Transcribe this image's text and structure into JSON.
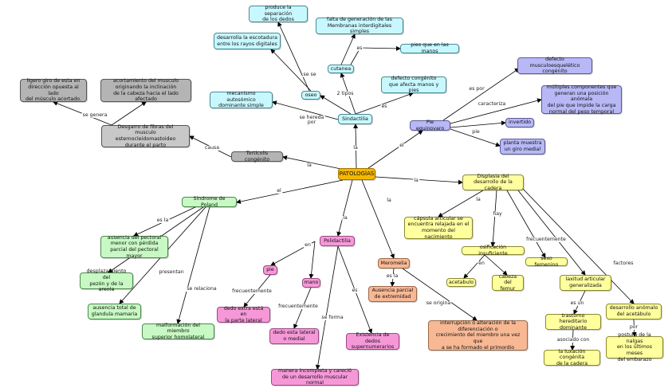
{
  "colors": {
    "center": "#f5b800",
    "gray": "#c8c8c8",
    "cyan": "#c8f8ff",
    "purple": "#b8b8f6",
    "yellow": "#ffff9e",
    "green": "#c8f8c4",
    "pink": "#f698d8",
    "orange": "#f8b894",
    "edge": "#000000"
  },
  "nodes": {
    "patologias": "PATOLOGÍAS",
    "torticolis": "Tortícolis congénito",
    "desgarro": "Desgarro de fibras del\nmusculo esternocleidomastoideo\ndurante el parto",
    "giro": "ligero giro de esta en\ndirección opuesta  al lado\ndel músculo acortado.",
    "acortamiento": "acortamiento del musculo\noriginando la inclinación\nde la cabeza hacia el lado afectado",
    "sindactilia": "Sindactilia",
    "mecanismo": "mecanismo autosómico\ndominante simple",
    "oseo": "oseo",
    "cutanea": "cutanea",
    "separacion": "produce la separación\nde los dedos",
    "escotadura": "desarrolla la escotadura\nentre los rayos digitales",
    "falta": "falta de generación de  las\nMembranas interdigitales simples",
    "pies_manos": "pies que en las manos",
    "defecto_pies": "defecto congénito\nque afecta manos y pies",
    "pie_equinovaro": "Pie equinovaro",
    "defecto_musculo": "defecto musculoesquelético\ncongénito",
    "multiples": "múltiples componentes que\ngeneran una posición anómala\ndel pie que impide la carga\nnormal del peso temporal",
    "invertido": "invertido",
    "planta": "planta muestra\nun giro medial",
    "displasia": "Displasia del\ndesarrollo de la cadera",
    "capsula": "cápsula articular se\nencuentra relajada en el\nmomento del nacimiento",
    "osificacion": "osificación insuficiente",
    "sexo": "sexo femenino",
    "acetabulo": "acetabulo",
    "cabeza": "cabeza del\nfemur",
    "laxitud": "laxitud articular\ngeneralizada",
    "desarrollo_anormal": "desarrollo anómalo\ndel acetábulo",
    "trastorno": "trastorno hereditario\ndominante",
    "postura": "postura de la nalgas\nen los últimos meses\ndel embarazo",
    "luxacion": "la luxación congénita\nde la cadera",
    "poland": "Síndrome de Poland",
    "ausencia_pectoral": "ausencia del pectoral\nmenor con pérdida\nparcial del pectoral mayor",
    "desplazamiento": "desplazamiento del\npezón  y de la areola",
    "glandula": "ausencia total de\nglandula mamaria",
    "malformacion": "malformación del miembro\nsuperior homolateral",
    "polidactilia": "Polidactilia",
    "pie": "pie",
    "mano": "mano",
    "dedo_extra": "dedo extra está en\nla parte lateral",
    "dedo_medial": "dedo esta lateral\no medial",
    "existencia": "Existencia de dedos\nsupernumerarios",
    "manera": "manera incompleta y careció\nde un desarrollo muscular normal",
    "meromelia": "Meromelia",
    "ausencia_parcial": "Ausencia parcial\nde extremidad",
    "interrupcion": "interrupción o alteración de la\ndiferenciación o\ncrecimiento del miembro una vez que\na se ha  formado el primordio"
  },
  "links": {
    "la_torticolis": "la",
    "causa": "causa",
    "se_genera": "se genera",
    "la_sindactilia": "la",
    "se_hereda_por": "se hereda\npor",
    "2_tipos": "2 tipos",
    "es_sind": "es",
    "se_oseo": "se",
    "oseo_cut": "se",
    "cut_es": "es",
    "el_pie": "el",
    "es_por": "es por",
    "caracteriza": "caracteriza",
    "pie_lbl": "pie",
    "la_displasia": "la",
    "la_capsula": "la",
    "hay": "hay",
    "frecuentemente_d": "frecuentemente",
    "en": "en",
    "factores": "factores",
    "es_un": "es un",
    "asociado_con": "asociado con",
    "por": "por",
    "el_poland": "el",
    "es_la": "es la",
    "presentan": "presentan",
    "se_relaciona": "se relaciona",
    "la_polidactilia": "la",
    "en_poli": "en",
    "frecuentemente_pie": "frecuentemente",
    "frecuentemente_mano": "frecuentemente",
    "es_poli": "es",
    "se_forma": "se forma",
    "la_meromelia": "la",
    "es_la_mero": "es la",
    "se_origina": "se origina"
  }
}
